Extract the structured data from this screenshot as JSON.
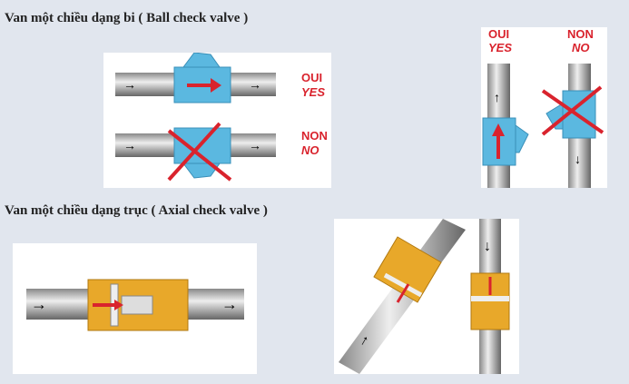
{
  "sections": [
    {
      "heading": "Van một chiều dạng bi ( Ball check valve )",
      "figures": [
        {
          "labels": {
            "yes_fr": "OUI",
            "yes_en": "YES",
            "no_fr": "NON",
            "no_en": "NO"
          }
        },
        {
          "labels": {
            "yes_fr": "OUI",
            "yes_en": "YES",
            "no_fr": "NON",
            "no_en": "NO"
          }
        }
      ]
    },
    {
      "heading": "Van một chiều dạng trục ( Axial check valve )"
    }
  ],
  "colors": {
    "background": "#e1e6ee",
    "valve_blue": "#5bb8e0",
    "brass": "#e8a82a",
    "red": "#d9232d",
    "pipe": "#a9acae"
  }
}
